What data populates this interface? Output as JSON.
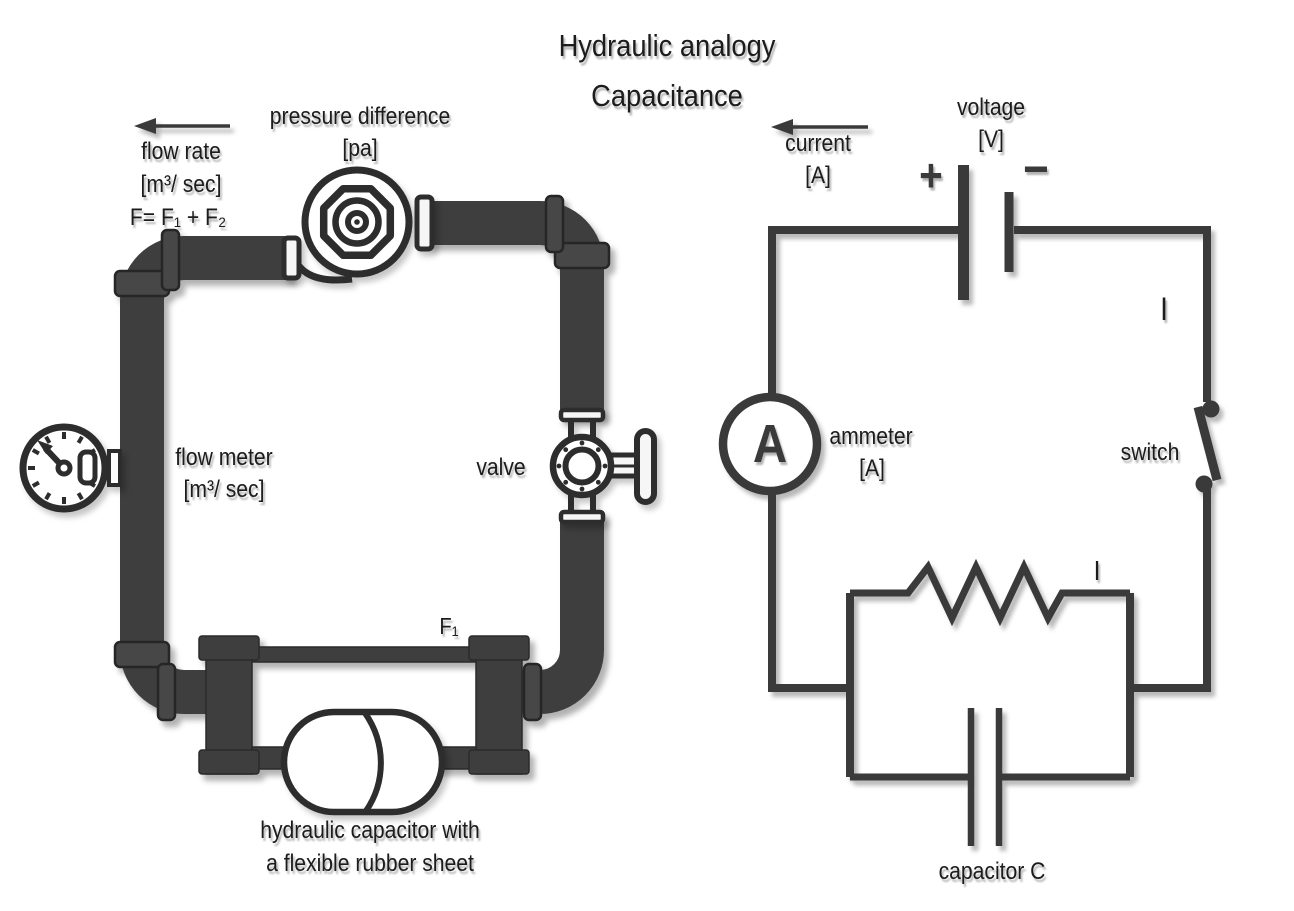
{
  "title": {
    "line1": "Hydraulic analogy",
    "line2": "Capacitance"
  },
  "hydraulic": {
    "flow_arrow": {
      "label_line1": "flow rate",
      "label_line2": "[m³/ sec]",
      "label_line3": "F= F₁ + F₂"
    },
    "pump_label": {
      "line1": "pressure difference",
      "line2": "[pa]"
    },
    "flow_meter_label": {
      "line1": "flow meter",
      "line2": "[m³/ sec]"
    },
    "valve_label": "valve",
    "branch_flow_label": "F₁",
    "capacitor_label": {
      "line1": "hydraulic capacitor with",
      "line2": "a flexible rubber sheet"
    }
  },
  "electric": {
    "current_arrow": {
      "label_line1": "current",
      "label_line2": "[A]"
    },
    "voltage_label": {
      "line1": "voltage",
      "line2": "[V]"
    },
    "battery": {
      "plus": "+",
      "minus": "−"
    },
    "ammeter": {
      "symbol": "A",
      "label_line1": "ammeter",
      "label_line2": "[A]"
    },
    "switch_label": "switch",
    "capacitor_label": "capacitor C",
    "current_mark_switch": "I",
    "current_mark_resistor": "I"
  },
  "colors": {
    "pipe": "#3e3e3e",
    "fitting": "#474747",
    "icon_stroke": "#2d2d2d",
    "wire": "#3a3a3a",
    "text": "#1c1c1c",
    "background": "#ffffff"
  }
}
